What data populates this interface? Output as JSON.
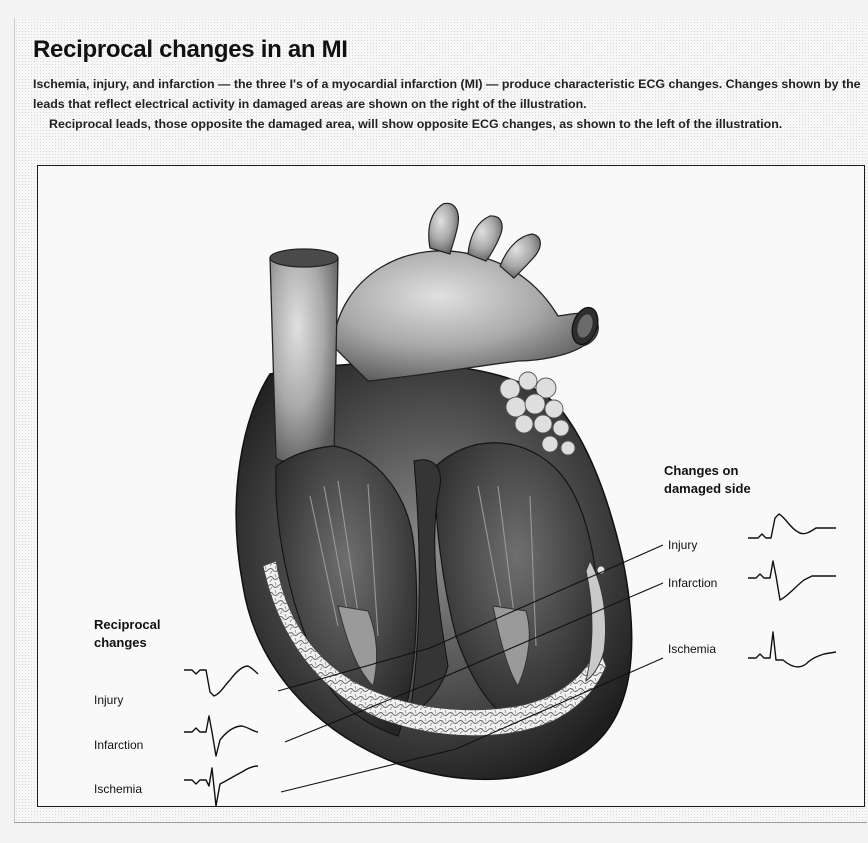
{
  "title": "Reciprocal changes in an MI",
  "intro": {
    "p1": "Ischemia, injury, and infarction — the three I's of a myocardial infarction (MI) — produce characteristic ECG changes. Changes shown by the leads that reflect electrical activity in damaged areas are shown on the right of the illustration.",
    "p2": "Reciprocal leads, those opposite the damaged area, will show opposite ECG changes, as shown to the left of the illustration."
  },
  "figure": {
    "right_heading_line1": "Changes on",
    "right_heading_line2": "damaged side",
    "left_heading_line1": "Reciprocal",
    "left_heading_line2": "changes",
    "right_labels": {
      "injury": "Injury",
      "infarction": "Infarction",
      "ischemia": "Ischemia"
    },
    "left_labels": {
      "injury": "Injury",
      "infarction": "Infarction",
      "ischemia": "Ischemia"
    }
  }
}
